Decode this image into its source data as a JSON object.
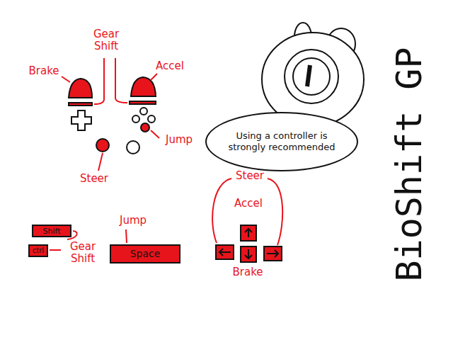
{
  "diagram": {
    "title": "BioShift GP",
    "nodes": [
      {
        "text": [
          "Using a controller is strongly recommended"
        ]
      },
      {
        "text": [
          "Shift"
        ]
      },
      {
        "text": [
          "ctrl"
        ]
      },
      {
        "text": [
          "Space"
        ]
      }
    ],
    "labels": [
      "Gear Shift",
      "Brake",
      "Accel",
      "Jump",
      "Steer",
      "Gear Shift",
      "Jump",
      "Steer",
      "Accel",
      "Brake"
    ]
  }
}
